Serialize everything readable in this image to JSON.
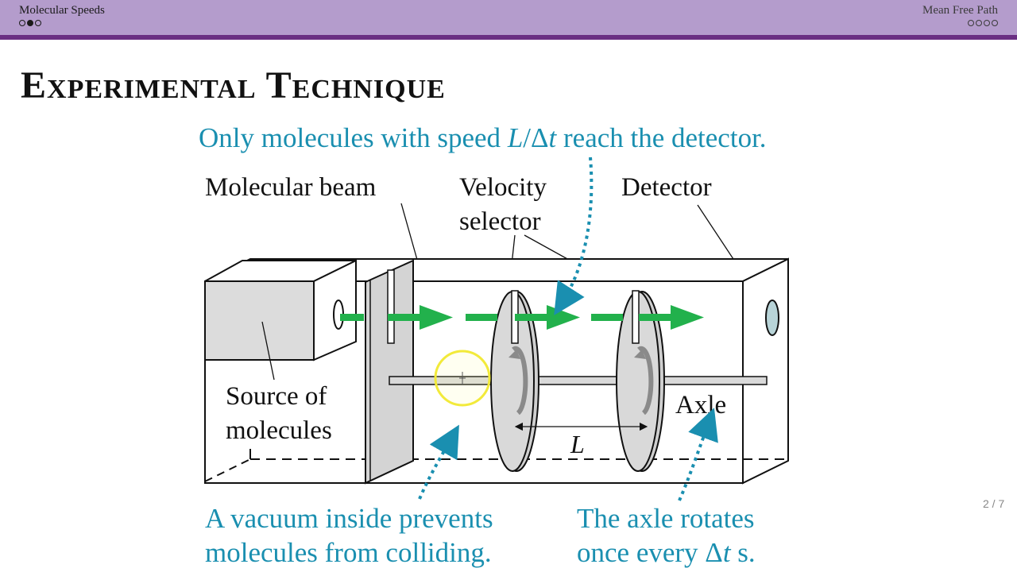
{
  "nav": {
    "section_left": "Molecular Speeds",
    "section_right": "Mean Free Path",
    "left_dots": [
      false,
      true,
      false
    ],
    "right_dots": [
      false,
      false,
      false,
      false
    ]
  },
  "slide": {
    "title": "Experimental Technique",
    "page": "2 / 7"
  },
  "figure": {
    "top_caption_pre": "Only molecules with speed ",
    "top_caption_L": "L",
    "top_caption_slash": "/Δ",
    "top_caption_t": "t",
    "top_caption_post": " reach the detector.",
    "label_molecular_beam": "Molecular beam",
    "label_velocity_1": "Velocity",
    "label_velocity_2": "selector",
    "label_detector": "Detector",
    "label_source_1": "Source of",
    "label_source_2": "molecules",
    "label_axle": "Axle",
    "label_L": "L",
    "bottom_left_1": "A vacuum inside prevents",
    "bottom_left_2": "molecules from colliding.",
    "bottom_right_1": "The axle rotates",
    "bottom_right_2_pre": "once every Δ",
    "bottom_right_2_t": "t",
    "bottom_right_2_post": " s."
  },
  "colors": {
    "accent_blue": "#1a8fb0",
    "beam_green": "#22b14c",
    "topbar": "#b49ccc",
    "topbar_line": "#6a2f82"
  }
}
